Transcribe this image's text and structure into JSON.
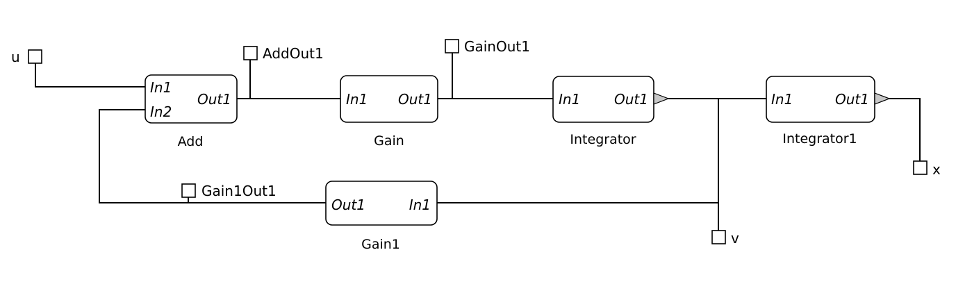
{
  "diagram": {
    "signals": {
      "u": "u",
      "x": "x",
      "v": "v",
      "add_out": "AddOut1",
      "gain_out": "GainOut1",
      "gain1_out": "Gain1Out1"
    },
    "blocks": {
      "add": {
        "name": "Add",
        "in1": "In1",
        "in2": "In2",
        "out": "Out1"
      },
      "gain": {
        "name": "Gain",
        "in": "In1",
        "out": "Out1"
      },
      "integrator": {
        "name": "Integrator",
        "in": "In1",
        "out": "Out1"
      },
      "integrator1": {
        "name": "Integrator1",
        "in": "In1",
        "out": "Out1"
      },
      "gain1": {
        "name": "Gain1",
        "in": "In1",
        "out": "Out1"
      }
    }
  }
}
